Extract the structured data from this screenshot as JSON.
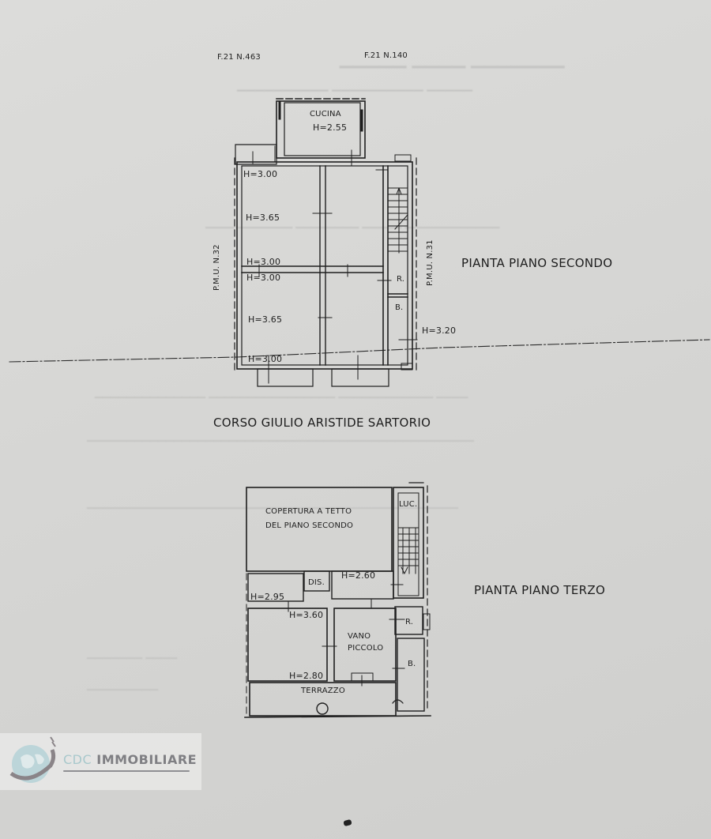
{
  "document": {
    "type": "floor-plan",
    "parcels": {
      "left": "F.21 N.463",
      "right": "F.21 N.140"
    },
    "neighbors": {
      "left": "P.M.U. N.32",
      "right": "P.M.U. N.31"
    },
    "street": "CORSO GIULIO ARISTIDE SARTORIO"
  },
  "second_floor": {
    "title": "PIANTA PIANO SECONDO",
    "rooms": {
      "kitchen_name": "CUCINA",
      "kitchen_height": "H=2.55",
      "room1_top_height": "H=3.00",
      "room1_mid_height": "H=3.65",
      "room1_bottom_height": "H=3.00",
      "room2_top_height": "H=3.00",
      "room2_mid_height": "H=3.65",
      "room2_bottom_height": "H=3.00",
      "closet": "R.",
      "bath": "B.",
      "stair_height": "H=3.20"
    }
  },
  "third_floor": {
    "title": "PIANTA PIANO TERZO",
    "rooms": {
      "roof_line1": "COPERTURA A TETTO",
      "roof_line2": "DEL PIANO SECONDO",
      "skylight": "LUC.",
      "hall": "DIS.",
      "room_a_height": "H=2.60",
      "room_b_height": "H=2.95",
      "room_c_top_height": "H=3.60",
      "room_c_bottom_height": "H=2.80",
      "small_room_line1": "VANO",
      "small_room_line2": "PICCOLO",
      "closet": "R.",
      "bath": "B.",
      "terrace": "TERRAZZO"
    }
  },
  "watermark": {
    "brand_part1": "CDC",
    "brand_part2": "IMMOBILIARE"
  },
  "colors": {
    "paper": "#d8d8d6",
    "ink": "#1e1e1e",
    "logo_teal": "#a8c8cc",
    "logo_gray": "#7f7f83"
  }
}
